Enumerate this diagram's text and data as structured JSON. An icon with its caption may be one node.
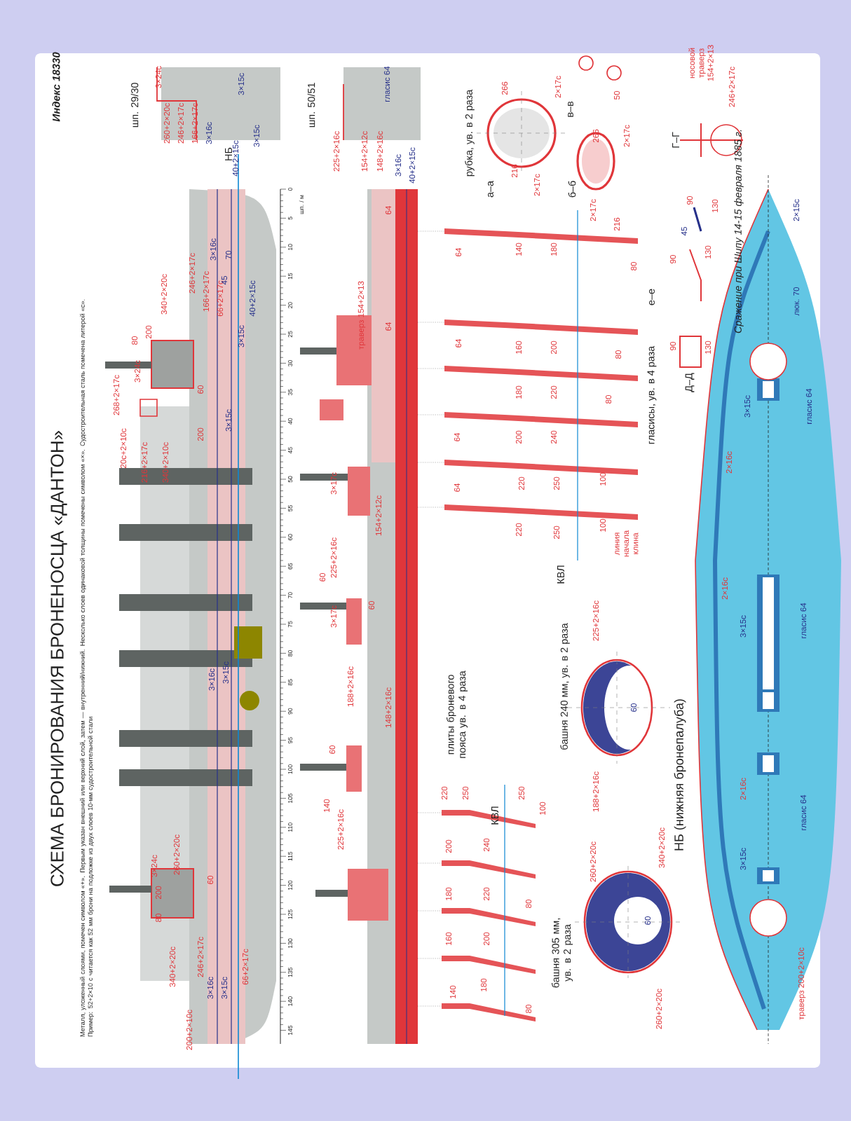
{
  "diagram": {
    "title": "СХЕМА БРОНИРОВАНИЯ БРОНЕНОСЦА «ДАНТОН»",
    "caption": "Металл, уложенный слоями, помечен символом «+». Первым указан внешний или верхний слой, затем — внутренний/нижний. Несколько слоев одинаковой толщины помечены символом «×». Судостроительная сталь помечена литерой «с». Пример: 52+2×10 с читается как 52 мм брони на подложке из двух слоев 10-мм судостроительной стали",
    "labels": [
      "Индекс 18330",
      "шп. 29/30",
      "3×24с",
      "260+2×20с",
      "246+2×17с",
      "166+2×17с",
      "3×16с",
      "3×15с",
      "40+2×15с",
      "3×15с",
      "НБ",
      "шп. 50/51",
      "225+2×16с",
      "154+2×12с",
      "148+2×16с",
      "гласис 64",
      "3×16с",
      "40+2×15с",
      "268+2×17с",
      "20с+2×10с",
      "216+2×17с",
      "340+2×10с",
      "3×24с",
      "80",
      "200",
      "340+2×20с",
      "246+2×17с",
      "166+2×17с",
      "66+2×17с",
      "60",
      "200",
      "3×16с",
      "70",
      "45",
      "40+2×15с",
      "3×15с",
      "3×15с",
      "3×16с",
      "3×15с",
      "3×24с",
      "260+2×20с",
      "200",
      "60",
      "80",
      "340+2×20с",
      "246+2×17с",
      "66+2×17с",
      "3×16с",
      "3×15с",
      "200+2×10с",
      "шп. / м",
      "0",
      "5",
      "10",
      "15",
      "20",
      "25",
      "30",
      "35",
      "40",
      "45",
      "50",
      "55",
      "60",
      "65",
      "70",
      "75",
      "80",
      "85",
      "90",
      "95",
      "100",
      "105",
      "110",
      "115",
      "120",
      "125",
      "130",
      "135",
      "140",
      "145",
      "траверз 154+2×13",
      "64",
      "64",
      "3×17с",
      "225+2×16с",
      "60",
      "154+2×12с",
      "3×17с",
      "60",
      "188+2×16с",
      "148+2×16с",
      "60",
      "140",
      "225+2×16с",
      "плиты броневого пояса ув. в 4 раза",
      "64",
      "140",
      "180",
      "80",
      "64",
      "160",
      "200",
      "80",
      "180",
      "220",
      "80",
      "64",
      "200",
      "240",
      "64",
      "220",
      "250",
      "100",
      "220",
      "250",
      "100",
      "линия начала клина",
      "КВЛ",
      "220",
      "250",
      "КВЛ",
      "250",
      "100",
      "200",
      "240",
      "180",
      "220",
      "80",
      "160",
      "200",
      "140",
      "180",
      "80",
      "башня 240 мм, ув. в 2 раза",
      "225+2×16с",
      "60",
      "188+2×16с",
      "башня 305 мм, ув. в 2 раза",
      "260+2×20с",
      "340+2×20с",
      "60",
      "260+2×20с",
      "рубка, ув. в 2 раза",
      "а–а",
      "266",
      "2×17с",
      "216",
      "2×17с",
      "в–в",
      "50",
      "б–б",
      "266",
      "2×17с",
      "2×17с",
      "216",
      "Г–Г",
      "носовой траверз 154+2×13",
      "246+2×17с",
      "е–е",
      "гласисы, ув. в 4 раза",
      "90",
      "130",
      "45",
      "90",
      "130",
      "Д–Д",
      "90",
      "130",
      "Сражение при Шипу 14-15 февраля 1885 г.",
      "2×15с",
      "люк. 70",
      "гласис 64",
      "3×15с",
      "2×16с",
      "2×16с",
      "3×15с",
      "гласис 64",
      "НБ (нижняя бронепалуба)",
      "2×16с",
      "гласис 64",
      "3×15с",
      "траверз 200+2×10с"
    ]
  }
}
